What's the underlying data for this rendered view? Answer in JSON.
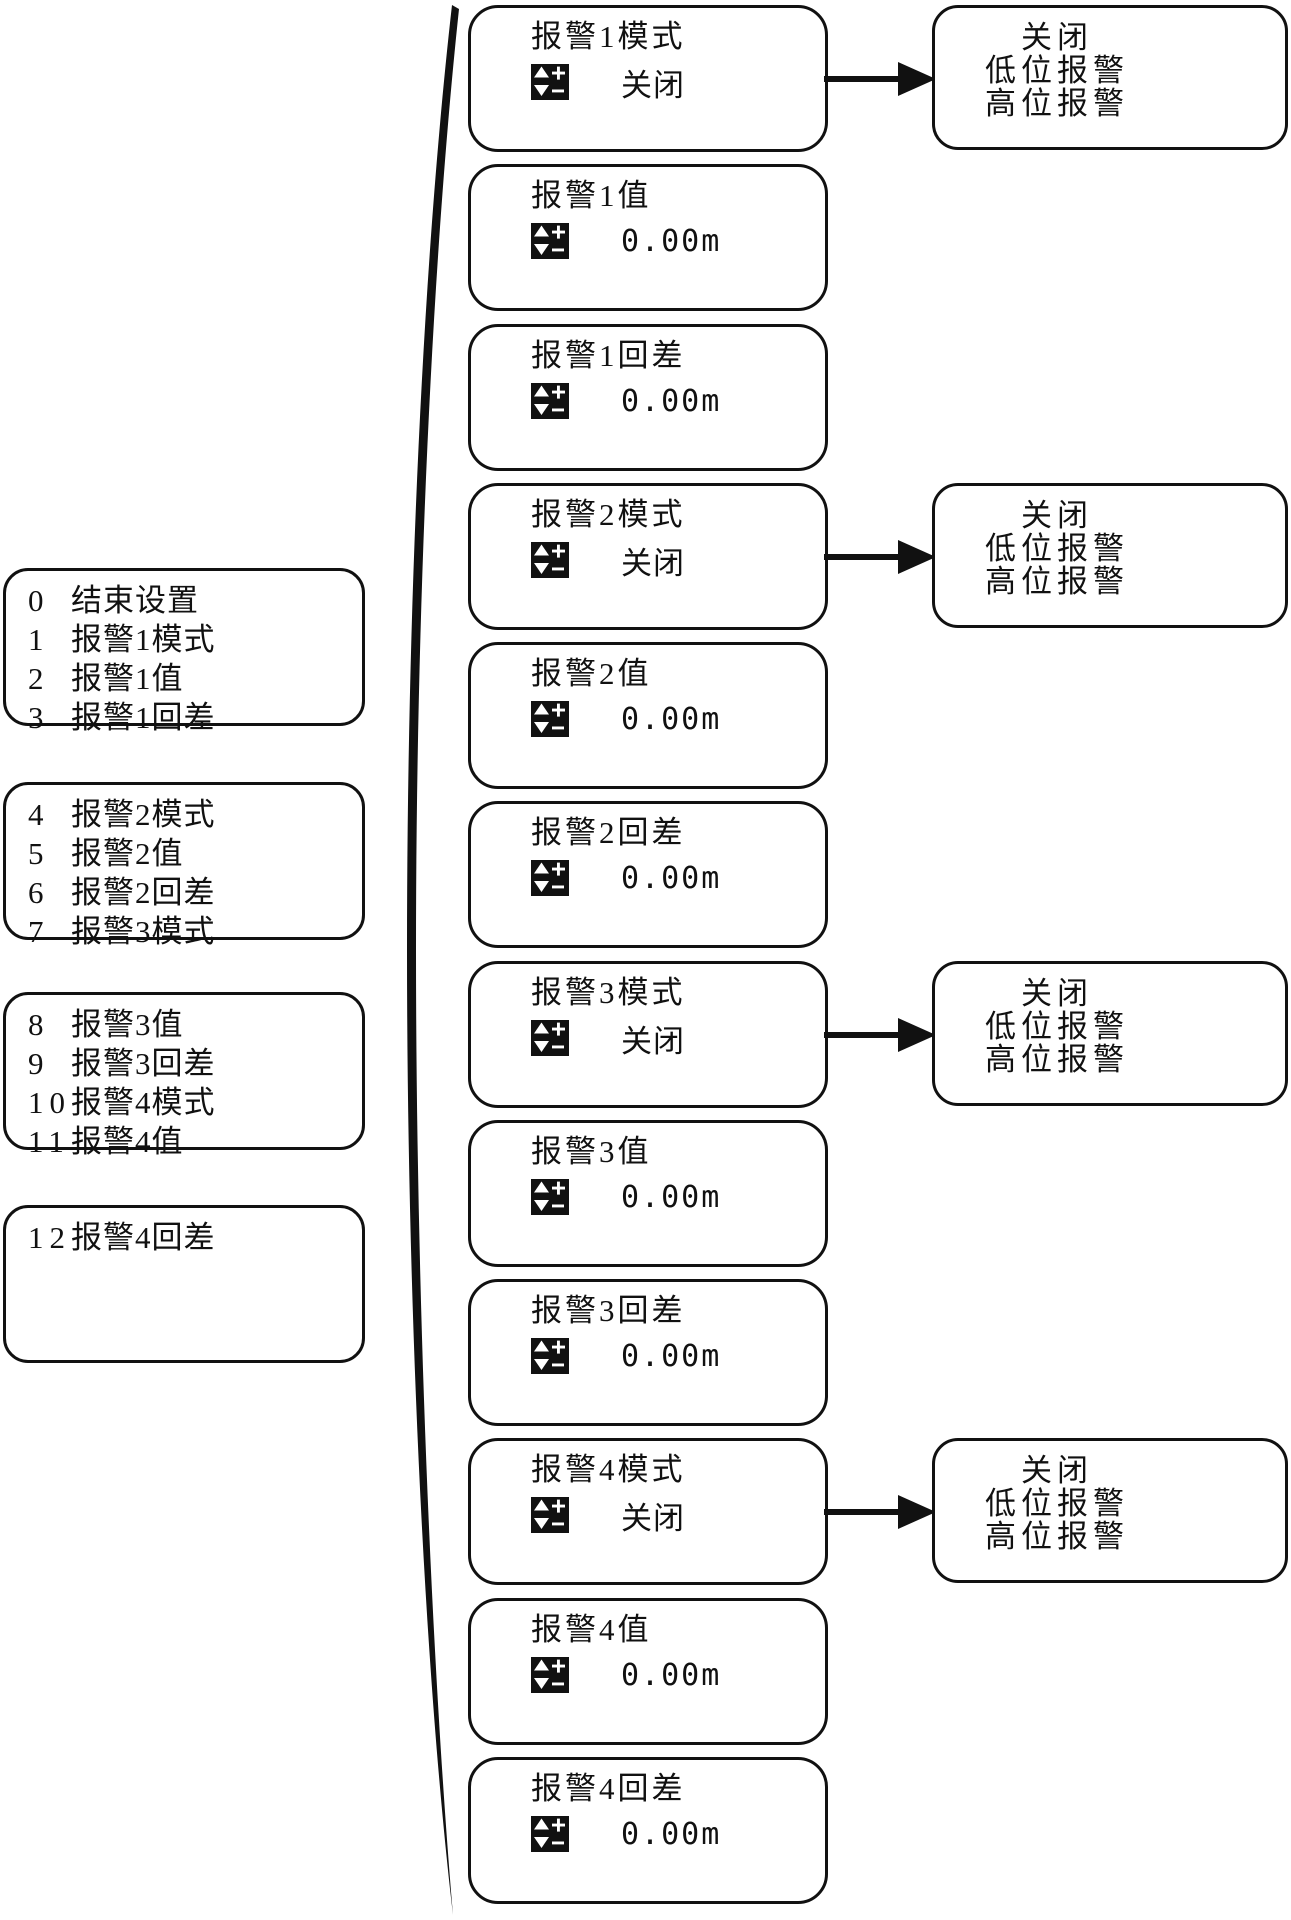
{
  "diagram": {
    "colors": {
      "ink": "#111111",
      "paper": "#ffffff"
    },
    "icon": "plus-minus-adjust-icon",
    "left_index_panels": [
      {
        "rows": [
          {
            "num": "0",
            "label": "结束设置"
          },
          {
            "num": "1",
            "label": "报警1模式"
          },
          {
            "num": "2",
            "label": "报警1值"
          },
          {
            "num": "3",
            "label": "报警1回差"
          }
        ]
      },
      {
        "rows": [
          {
            "num": "4",
            "label": "报警2模式"
          },
          {
            "num": "5",
            "label": "报警2值"
          },
          {
            "num": "6",
            "label": "报警2回差"
          },
          {
            "num": "7",
            "label": "报警3模式"
          }
        ]
      },
      {
        "rows": [
          {
            "num": "8",
            "label": "报警3值"
          },
          {
            "num": "9",
            "label": "报警3回差"
          },
          {
            "num": "10",
            "label": "报警4模式"
          },
          {
            "num": "11",
            "label": "报警4值"
          }
        ]
      },
      {
        "rows": [
          {
            "num": "12",
            "label": "报警4回差"
          }
        ]
      }
    ],
    "screens": [
      {
        "title": "报警1模式",
        "value": "关闭",
        "has_options_arrow": true
      },
      {
        "title": "报警1值",
        "value": "0.00m",
        "has_options_arrow": false
      },
      {
        "title": "报警1回差",
        "value": "0.00m",
        "has_options_arrow": false
      },
      {
        "title": "报警2模式",
        "value": "关闭",
        "has_options_arrow": true
      },
      {
        "title": "报警2值",
        "value": "0.00m",
        "has_options_arrow": false
      },
      {
        "title": "报警2回差",
        "value": "0.00m",
        "has_options_arrow": false
      },
      {
        "title": "报警3模式",
        "value": "关闭",
        "has_options_arrow": true
      },
      {
        "title": "报警3值",
        "value": "0.00m",
        "has_options_arrow": false
      },
      {
        "title": "报警3回差",
        "value": "0.00m",
        "has_options_arrow": false
      },
      {
        "title": "报警4模式",
        "value": "关闭",
        "has_options_arrow": true
      },
      {
        "title": "报警4值",
        "value": "0.00m",
        "has_options_arrow": false
      },
      {
        "title": "报警4回差",
        "value": "0.00m",
        "has_options_arrow": false
      }
    ],
    "options_box_lines": [
      "关闭",
      "低位报警",
      "高位报警"
    ]
  }
}
